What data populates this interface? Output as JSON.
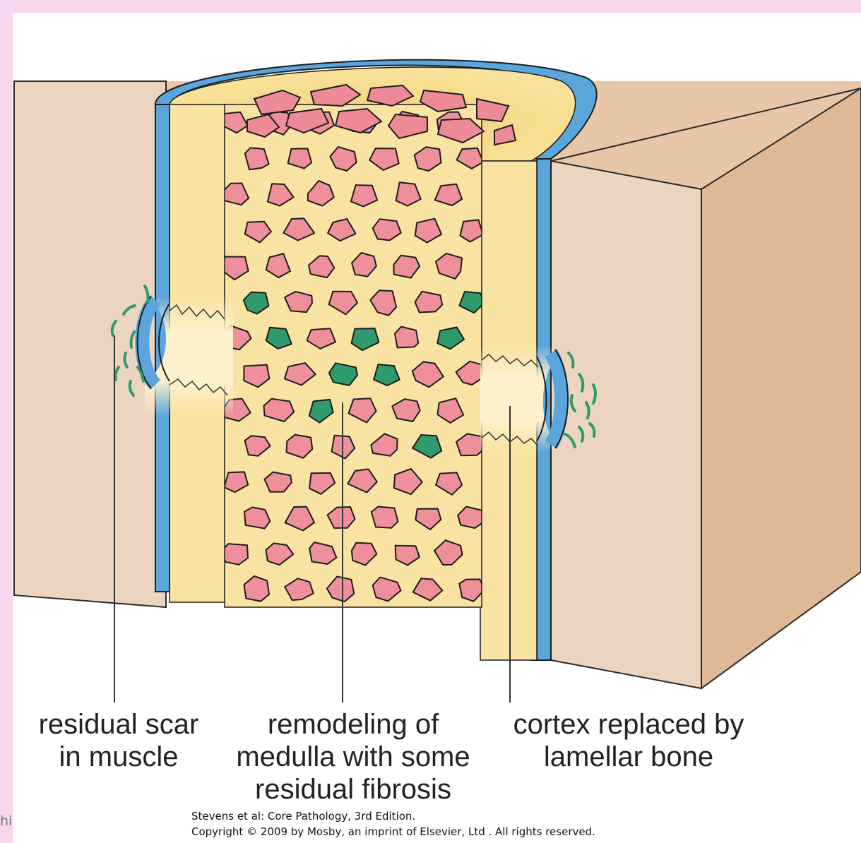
{
  "labels": {
    "scar": "residual scar\nin muscle",
    "medulla": "remodeling of\nmedulla with some\nresidual fibrosis",
    "cortex": "cortex replaced by\nlamellar bone"
  },
  "credit": "Stevens et al: Core Pathology, 3rd Edition.\nCopyright © 2009 by Mosby, an imprint of Elsevier, Ltd . All rights reserved.",
  "edge_text": "hi",
  "colors": {
    "page_border": "#f7d6f0",
    "muscle_front": "#ecd5c0",
    "muscle_side": "#dfb895",
    "cortex": "#f9e3a2",
    "periosteum": "#5aa6dc",
    "trabecula": "#f08f9c",
    "fibrosis": "#2f9a6c",
    "outline": "#1d1d1d"
  },
  "icons": [
    "bone-cross-section-icon",
    "leader-line-icon",
    "scar-dash-icon"
  ]
}
